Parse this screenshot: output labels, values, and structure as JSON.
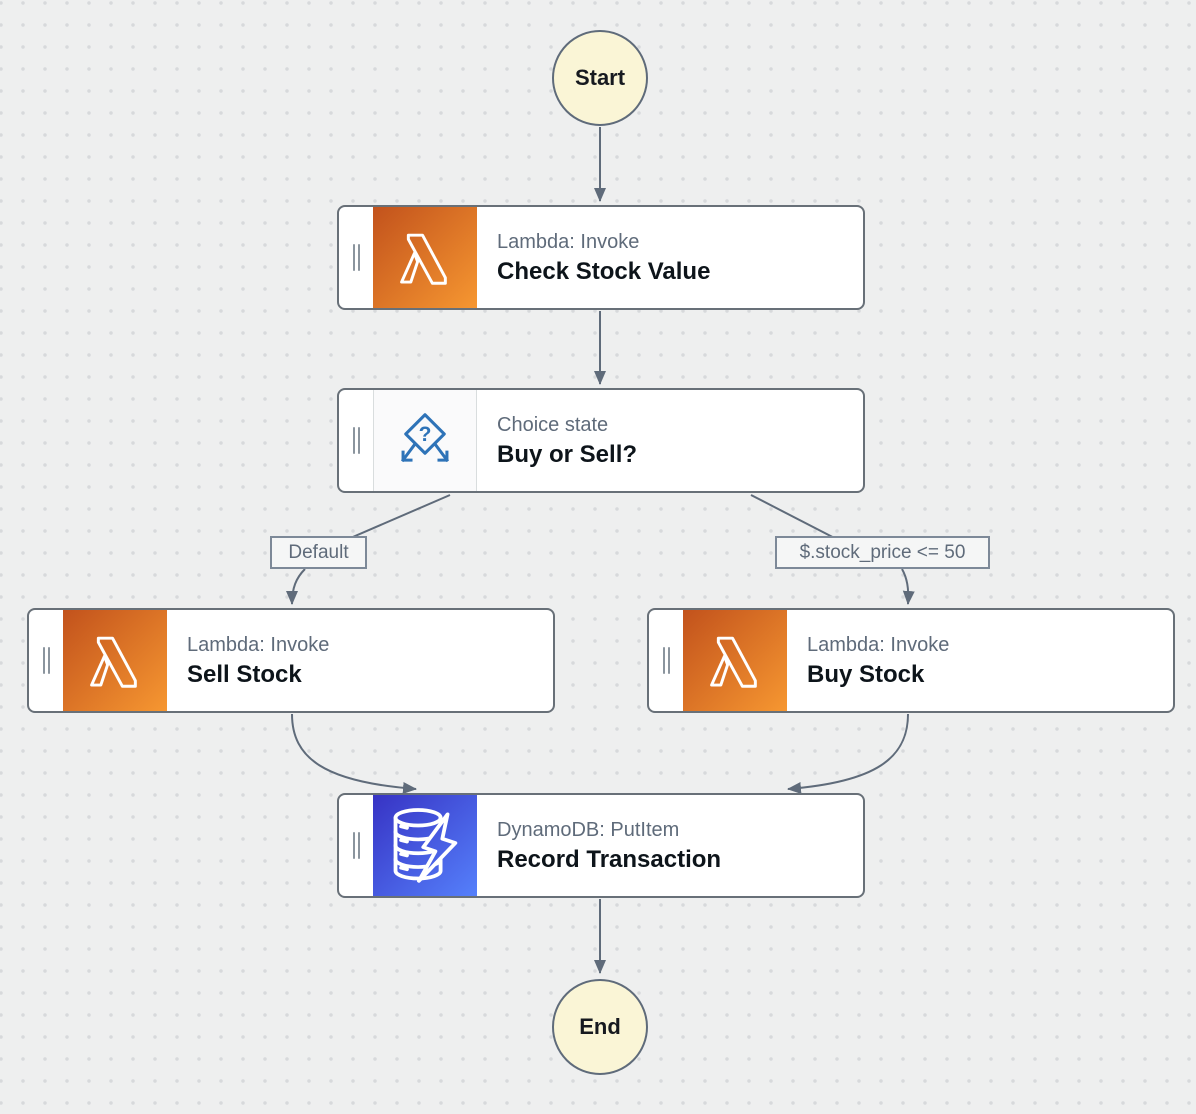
{
  "diagram": {
    "start_label": "Start",
    "end_label": "End",
    "nodes": [
      {
        "service": "Lambda: Invoke",
        "title": "Check Stock Value",
        "icon": "lambda-icon"
      },
      {
        "service": "Choice state",
        "title": "Buy or Sell?",
        "icon": "choice-icon"
      },
      {
        "service": "Lambda: Invoke",
        "title": "Sell Stock",
        "icon": "lambda-icon"
      },
      {
        "service": "Lambda: Invoke",
        "title": "Buy Stock",
        "icon": "lambda-icon"
      },
      {
        "service": "DynamoDB: PutItem",
        "title": "Record Transaction",
        "icon": "dynamodb-icon"
      }
    ],
    "edge_labels": {
      "default_rule": "Default",
      "price_rule": "$.stock_price <= 50"
    },
    "icons": {
      "choice_question": "?"
    },
    "colors": {
      "canvas_bg": "#EEEFEF",
      "dot_grid": "#D7D9DB",
      "node_border": "#687078",
      "node_bg": "#FFFFFF",
      "edge": "#5F6B7A",
      "service_text": "#5F6B7A",
      "title_text": "#0D141A",
      "lambda_gradient_start": "#C2521C",
      "lambda_gradient_end": "#F69731",
      "dynamodb_gradient_start": "#3733C4",
      "dynamodb_gradient_end": "#5580FB",
      "choice_blue": "#2E73B8",
      "terminal_fill": "#FAF5D6",
      "edge_label_border": "#7D8998"
    }
  }
}
